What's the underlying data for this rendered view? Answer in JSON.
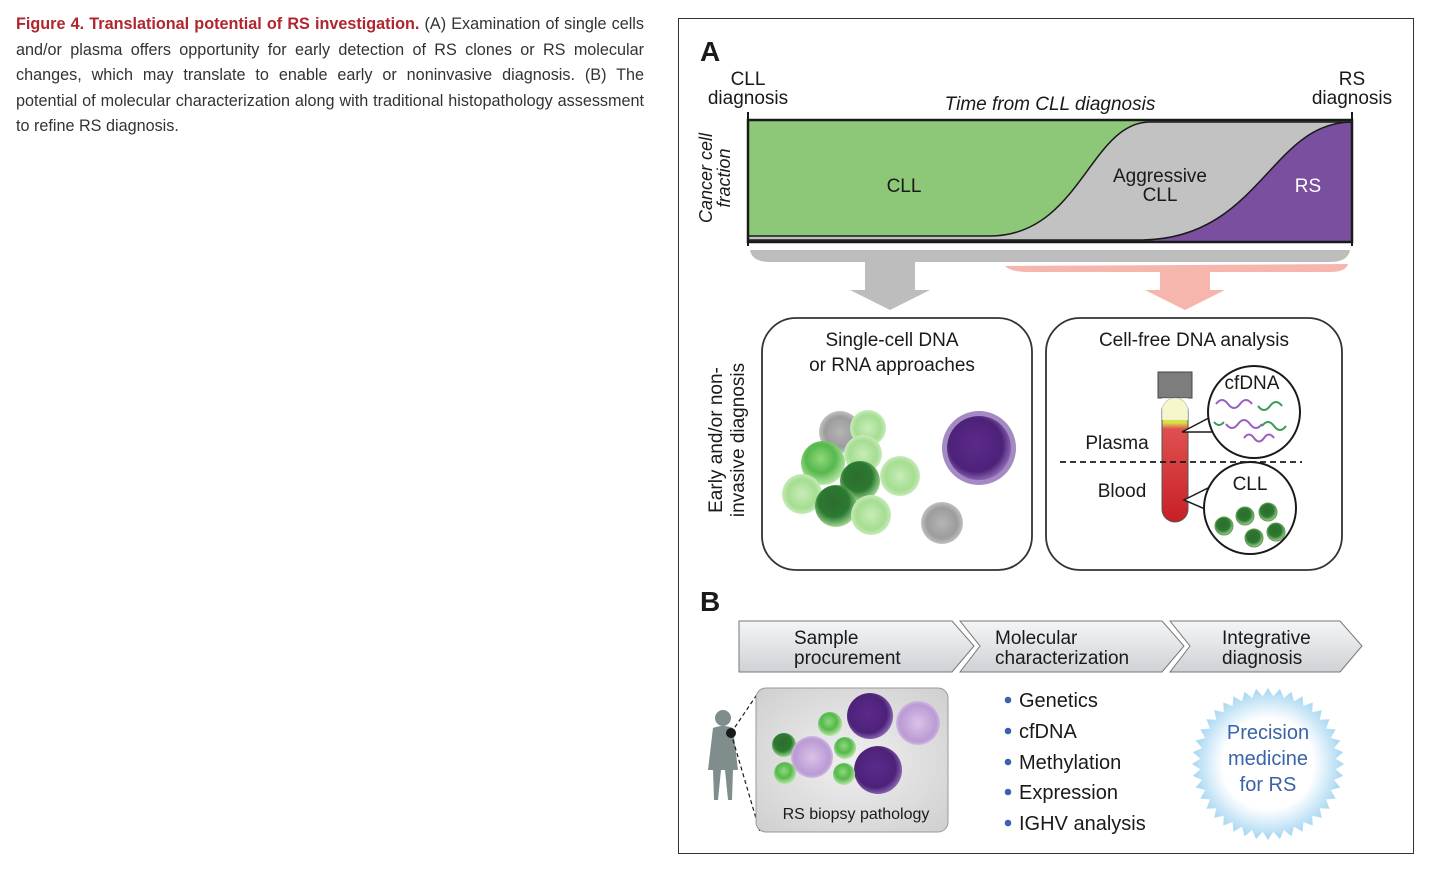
{
  "caption": {
    "title": "Figure 4. Translational potential of RS investigation.",
    "body": " (A) Examination of single cells and/or plasma offers opportunity for early detection of RS clones or RS molecular changes, which may translate to enable early or noninvasive diagnosis. (B) The potential of molecular characterization along with traditional histopathology assessment to refine RS diagnosis."
  },
  "panel_a": {
    "label": "A",
    "start_line1": "CLL",
    "start_line2": "diagnosis",
    "end_line1": "RS",
    "end_line2": "diagnosis",
    "time_axis": "Time from CLL diagnosis",
    "y_axis_line1": "Cancer cell",
    "y_axis_line2": "fraction",
    "region_cll": "CLL",
    "region_aggressive_line1": "Aggressive",
    "region_aggressive_line2": "CLL",
    "region_rs": "RS",
    "side_label_line1": "Early and/or non-",
    "side_label_line2": "invasive diagnosis",
    "box1_line1": "Single-cell DNA",
    "box1_line2": "or RNA approaches",
    "box2_title": "Cell-free DNA analysis",
    "cfdna": "cfDNA",
    "plasma": "Plasma",
    "blood": "Blood",
    "cll_cells": "CLL"
  },
  "panel_b": {
    "label": "B",
    "step1_line1": "Sample",
    "step1_line2": "procurement",
    "step2_line1": "Molecular",
    "step2_line2": "characterization",
    "step3_line1": "Integrative",
    "step3_line2": "diagnosis",
    "biopsy_label": "RS biopsy pathology",
    "bullets": [
      "Genetics",
      "cfDNA",
      "Methylation",
      "Expression",
      "IGHV analysis"
    ],
    "badge_line1": "Precision",
    "badge_line2": "medicine",
    "badge_line3": "for RS"
  },
  "colors": {
    "cll_green": "#8dc878",
    "aggressive_gray": "#c2c2c2",
    "rs_purple": "#7b4fa0",
    "caption_red": "#b0252e",
    "badge_blue": "#3a63a8"
  }
}
